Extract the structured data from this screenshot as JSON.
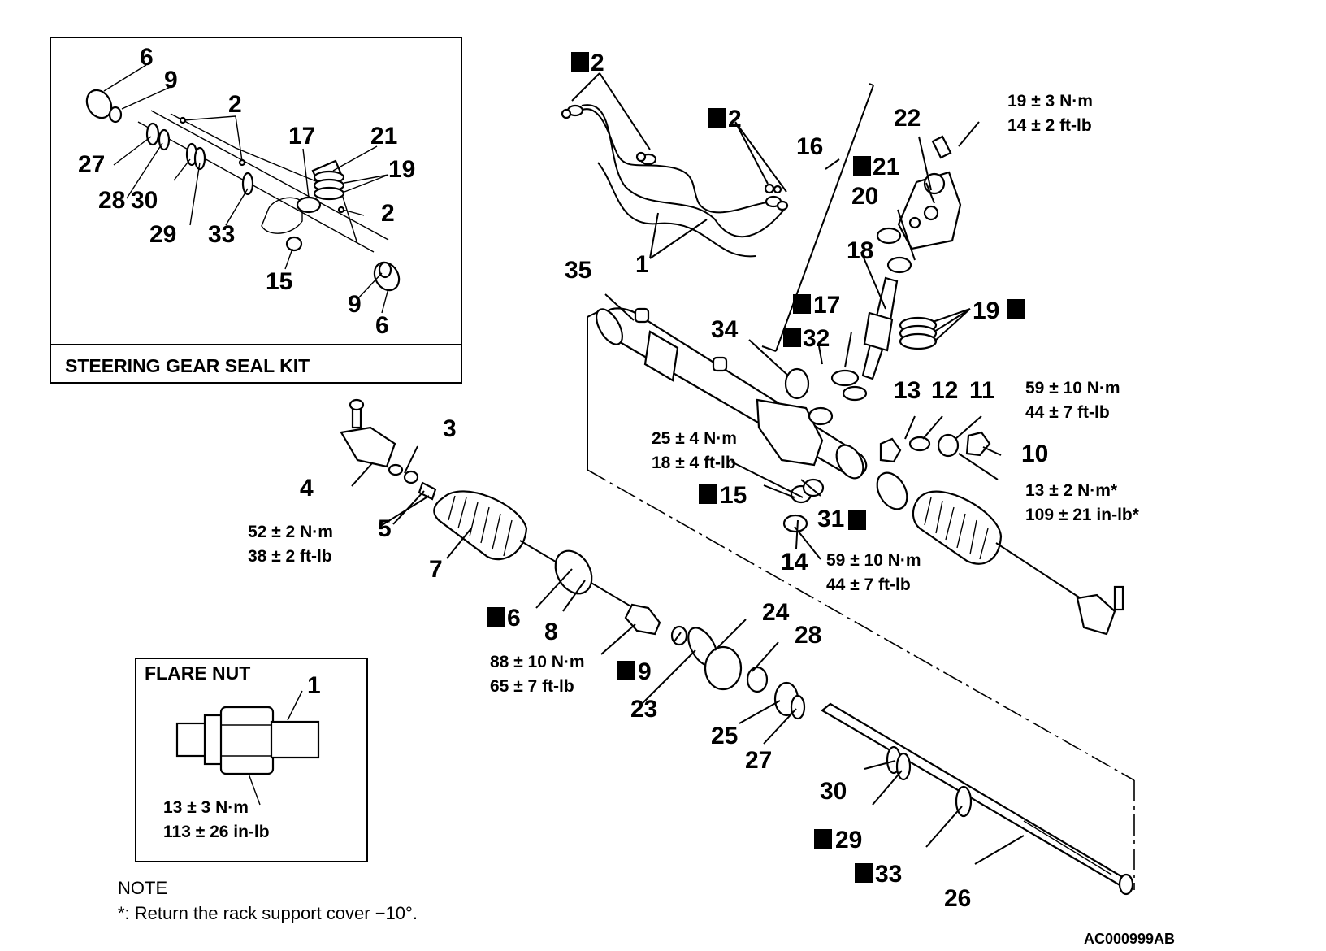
{
  "seal_kit": {
    "title": "STEERING GEAR SEAL KIT",
    "labels": [
      "6",
      "9",
      "2",
      "27",
      "28",
      "30",
      "29",
      "33",
      "17",
      "21",
      "19",
      "2",
      "15",
      "9",
      "6"
    ]
  },
  "flare_nut": {
    "title": "FLARE NUT",
    "part": "1",
    "torque_metric": "13 ± 3 N·m",
    "torque_imperial": "113 ± 26 in-lb"
  },
  "note": {
    "heading": "NOTE",
    "text": "*: Return the rack support cover −10°."
  },
  "reference_code": "AC000999AB",
  "new_part_marker": "N",
  "parts": {
    "p1": "1",
    "p2a": "2",
    "p2b": "2",
    "p3": "3",
    "p4": "4",
    "p5": "5",
    "p6": "6",
    "p7": "7",
    "p8": "8",
    "p9": "9",
    "p10": "10",
    "p11": "11",
    "p12": "12",
    "p13": "13",
    "p14": "14",
    "p15": "15",
    "p16": "16",
    "p17": "17",
    "p18": "18",
    "p19": "19",
    "p20": "20",
    "p21": "21",
    "p22": "22",
    "p23": "23",
    "p24": "24",
    "p25": "25",
    "p26": "26",
    "p27": "27",
    "p28": "28",
    "p29": "29",
    "p30": "30",
    "p31": "31",
    "p32": "32",
    "p33": "33",
    "p34": "34",
    "p35": "35"
  },
  "torques": {
    "t22_metric": "19 ± 3 N·m",
    "t22_imperial": "14 ± 2 ft-lb",
    "t10_metric": "59 ± 10 N·m",
    "t10_imperial": "44 ± 7 ft-lb",
    "t15_metric": "25 ± 4 N·m",
    "t15_imperial": "18 ± 4 ft-lb",
    "t11_metric": "13 ± 2 N·m*",
    "t11_imperial": "109 ± 21 in-lb*",
    "t14_metric": "59 ± 10 N·m",
    "t14_imperial": "44 ± 7 ft-lb",
    "t3_metric": "52 ± 2 N·m",
    "t3_imperial": "38 ± 2 ft-lb",
    "t9_metric": "88 ± 10 N·m",
    "t9_imperial": "65 ± 7 ft-lb"
  }
}
